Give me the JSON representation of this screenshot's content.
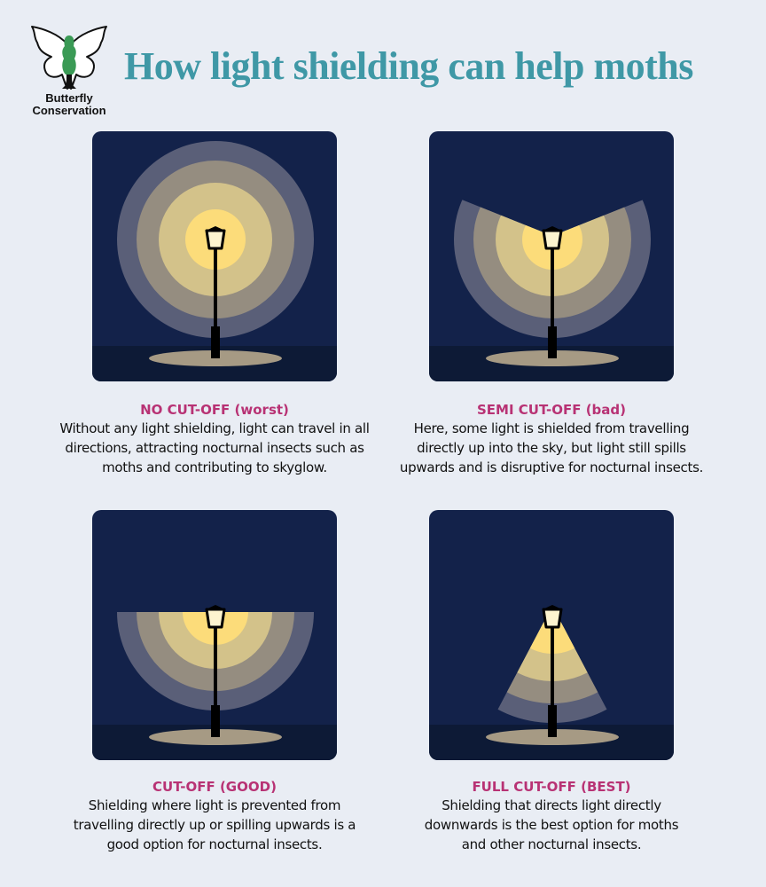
{
  "logo": {
    "line1": "Butterfly",
    "line2": "Conservation"
  },
  "title": "How light shielding can help moths",
  "colors": {
    "background": "#e9edf4",
    "title": "#3f98a6",
    "caption_title": "#b83274",
    "sky": "#13224a",
    "ground": "#0d1a36",
    "ring_inner": "#fcdc7a",
    "ring_2": "#d3c28a",
    "ring_3": "#958d80",
    "ring_outer": "#5a5f78",
    "ground_light": "#a69a84"
  },
  "panels": [
    {
      "id": "no-cut-off",
      "heading": "NO CUT-OFF (worst)",
      "lines": [
        "Without any light shielding, light can travel in all",
        "directions, attracting nocturnal insects such as",
        "moths and contributing to skyglow."
      ]
    },
    {
      "id": "semi-cut-off",
      "heading": "SEMI CUT-OFF (bad)",
      "lines": [
        "Here, some light is shielded from travelling",
        "directly up into the sky, but light still spills",
        "upwards and is disruptive for nocturnal insects."
      ]
    },
    {
      "id": "cut-off",
      "heading": "CUT-OFF (GOOD)",
      "lines": [
        "Shielding where light is prevented from",
        "travelling directly up or spilling upwards is a",
        "good option for nocturnal insects."
      ]
    },
    {
      "id": "full-cut-off",
      "heading": "FULL CUT-OFF (BEST)",
      "lines": [
        "Shielding that directs light directly",
        "downwards is the best option for moths",
        "and other nocturnal insects."
      ]
    }
  ]
}
